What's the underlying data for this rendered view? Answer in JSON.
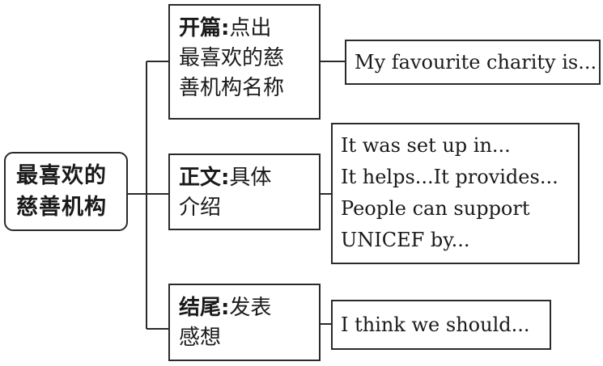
{
  "root": {
    "line1": "最喜欢的",
    "line2": "慈善机构"
  },
  "branches": [
    {
      "head": "开篇:",
      "lines": [
        "点出",
        "最喜欢的慈",
        "善机构名称"
      ]
    },
    {
      "head": "正文:",
      "lines": [
        "具体",
        "介绍"
      ]
    },
    {
      "head": "结尾:",
      "lines": [
        "发表",
        "感想"
      ]
    }
  ],
  "leaves": [
    {
      "lines": [
        "My favourite charity is..."
      ]
    },
    {
      "lines": [
        "It was set up in...",
        "It helps...It provides...",
        "People can support",
        "UNICEF by..."
      ]
    },
    {
      "lines": [
        "I think we should..."
      ]
    }
  ]
}
